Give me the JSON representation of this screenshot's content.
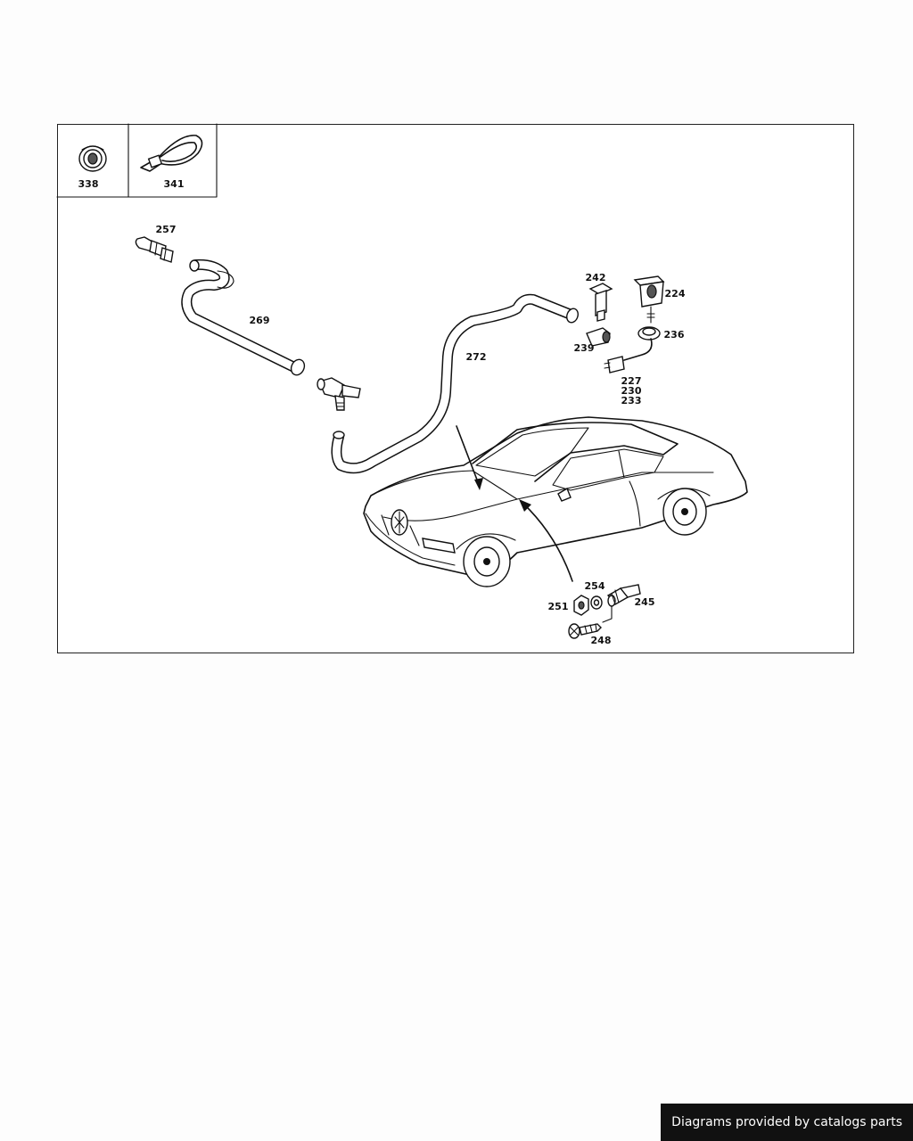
{
  "inset_labels": {
    "grommet": "338",
    "cable_tie": "341"
  },
  "callouts": {
    "p257": "257",
    "p269": "269",
    "p272": "272",
    "p242": "242",
    "p224": "224",
    "p239": "239",
    "p236": "236",
    "p227": "227",
    "p230": "230",
    "p233": "233",
    "p254": "254",
    "p251": "251",
    "p245": "245",
    "p248": "248"
  },
  "footer": {
    "text": "Diagrams provided by catalogs parts"
  },
  "colors": {
    "line": "#111111",
    "background": "#ffffff",
    "badge_bg": "#111111",
    "badge_text": "#ffffff"
  }
}
